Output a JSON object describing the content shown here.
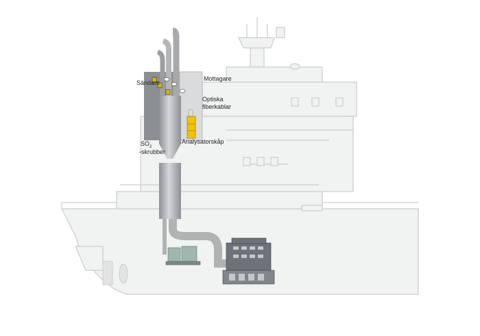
{
  "labels": {
    "sender": "Sändare",
    "receiver": "Mottagare",
    "fiber_line1": "Optiska",
    "fiber_line2": "fiberkablar",
    "analyzer": "Analysatorskåp",
    "scrubber_so": "SO",
    "scrubber_sub": "2",
    "scrubber_line2": "-skrubber"
  },
  "colors": {
    "ship_fill": "#f1f2f2",
    "ship_stroke": "#c9cdcd",
    "pipe": "#a7a9ac",
    "analyzer": "#f2c400",
    "engine": "#6d7378",
    "generator": "#9fb7ad"
  }
}
